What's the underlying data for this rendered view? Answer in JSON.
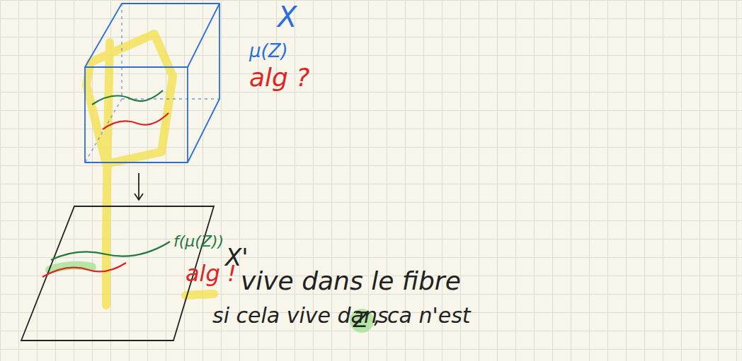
{
  "diagram": {
    "labels": [
      "X",
      "μ(Z)",
      "alg ?",
      "f(μ(Z))",
      "alg !",
      "X'",
      "vive dans le fibre",
      "si cela vive dans",
      "Z",
      ", ca n'est"
    ]
  }
}
